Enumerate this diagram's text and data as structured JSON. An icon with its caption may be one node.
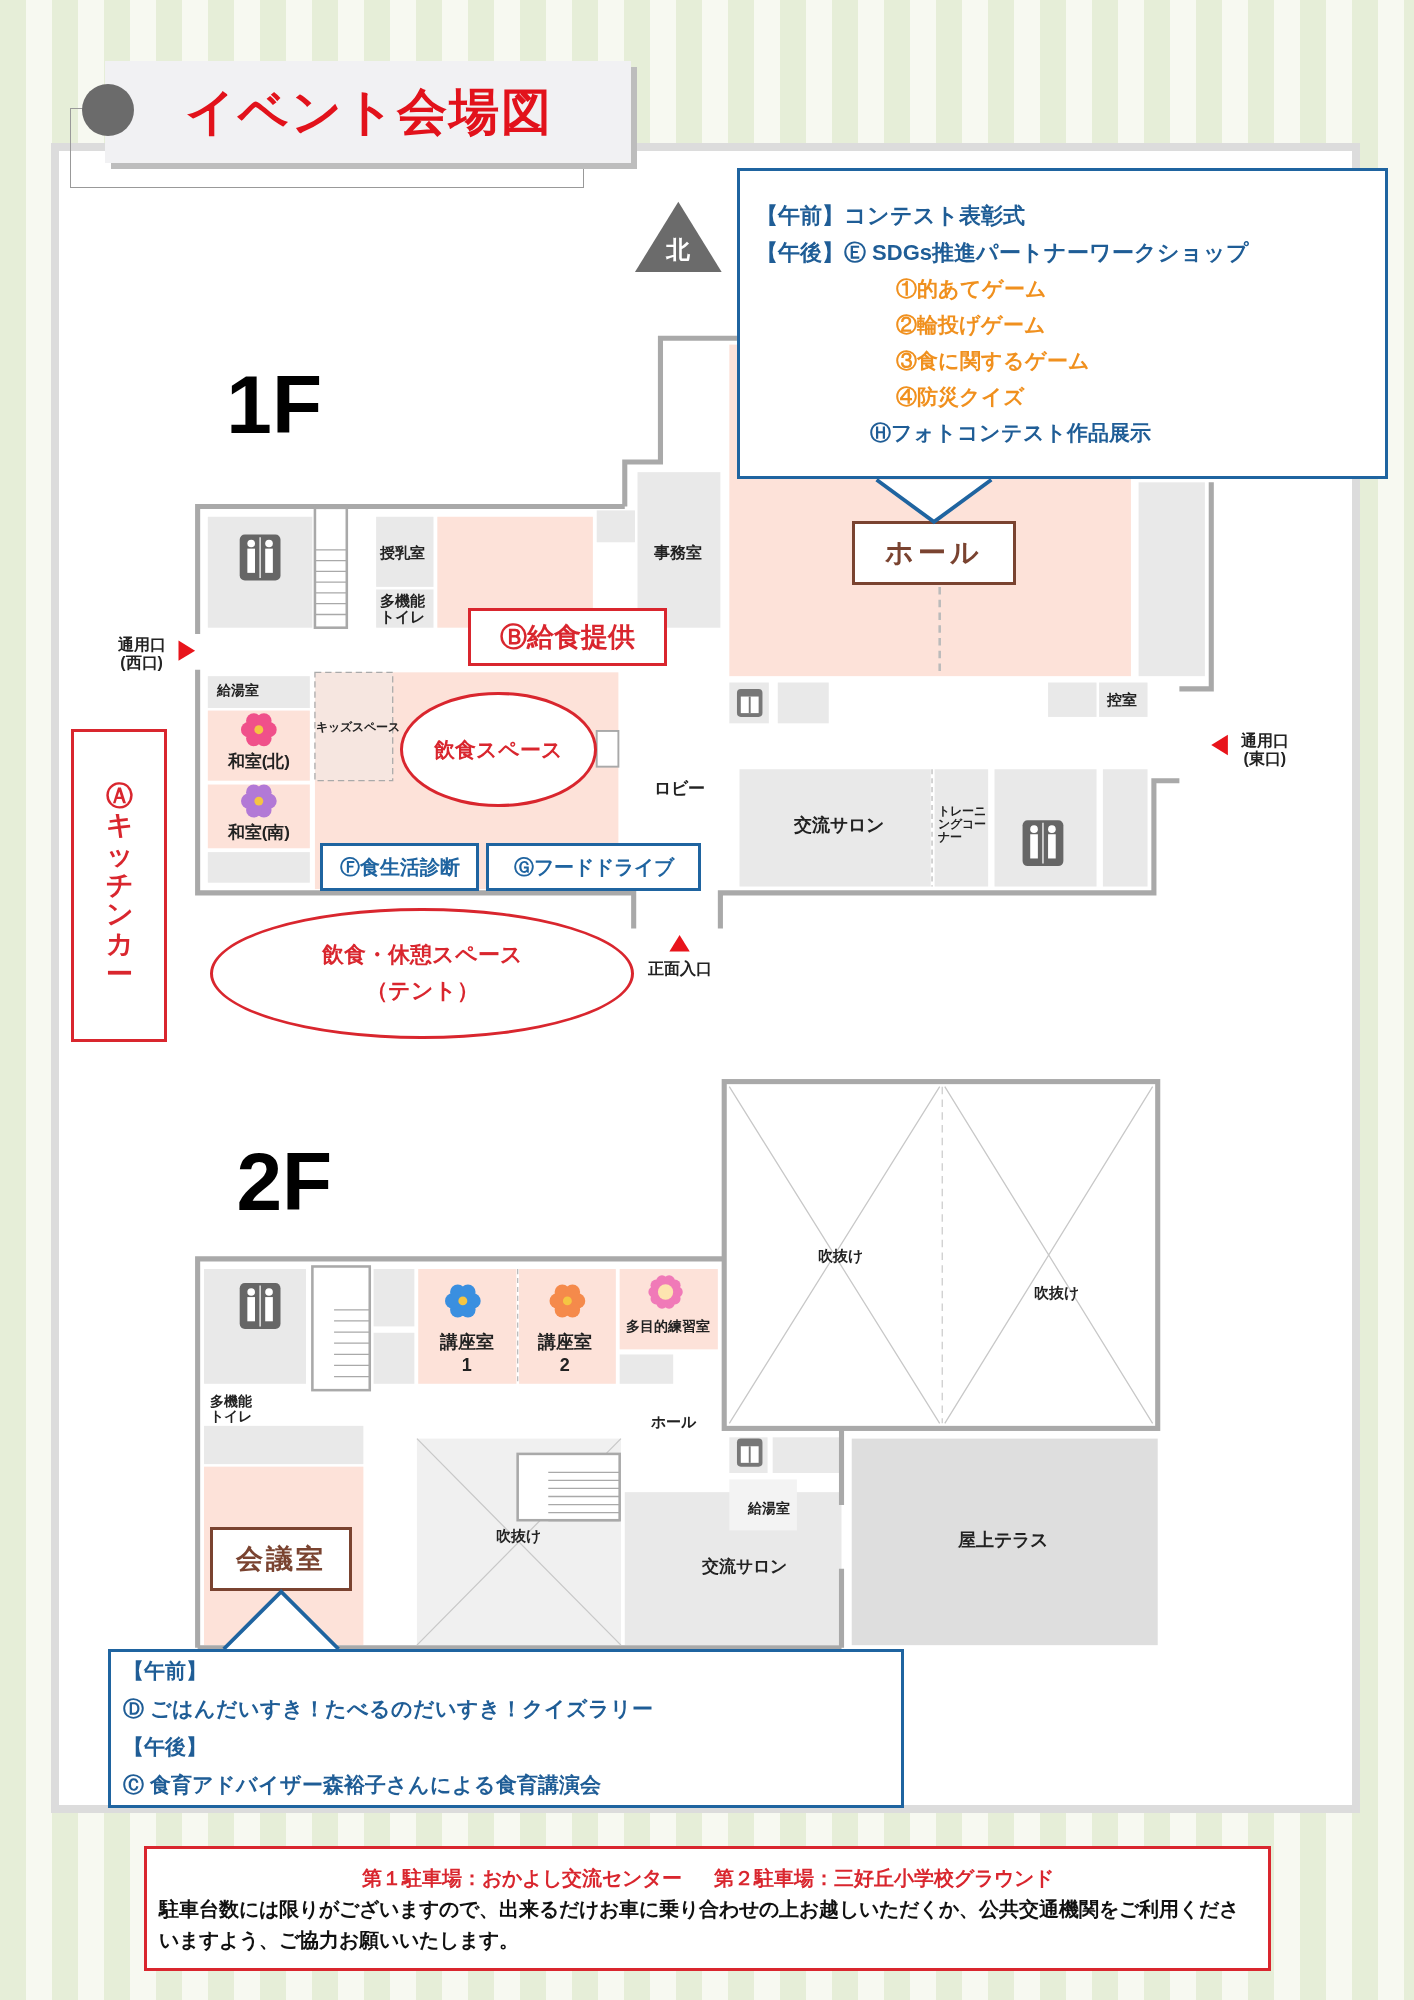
{
  "diagram": {
    "title": "イベント会場図",
    "nodes": [
      {
        "text": [
          "【午前】コンテスト表彰式",
          "【午後】Ⓔ SDGs推進パートナーワークショップ",
          "①的あてゲーム",
          "②輪投げゲーム",
          "③食に関するゲーム",
          "④防災クイズ",
          "Ⓗフォトコンテスト作品展示"
        ]
      },
      {
        "text": [
          "ホール"
        ]
      },
      {
        "text": [
          "Ⓑ給食提供"
        ]
      },
      {
        "text": [
          "飲食スペース"
        ]
      },
      {
        "text": [
          "Ⓕ食生活診断"
        ]
      },
      {
        "text": [
          "Ⓖフードドライブ"
        ]
      },
      {
        "text": [
          "飲食・休憩スペース（テント）"
        ]
      },
      {
        "text": [
          "Ⓐキッチンカー"
        ]
      },
      {
        "text": [
          "会議室"
        ]
      },
      {
        "text": [
          "【午前】",
          "Ⓓ ごはんだいすき！たべるのだいすき！クイズラリー",
          "【午後】",
          "Ⓒ 食育アドバイザー森裕子さんによる食育講演会"
        ]
      },
      {
        "text": [
          "第１駐車場：おかよし交流センター",
          "第２駐車場：三好丘小学校グラウンド",
          "駐車台数には限りがございますので、出来るだけお車に乗り合わせの上お越しいただくか、公共交通機関をご利用くださいますよう、ご協力お願いいたします。"
        ]
      }
    ],
    "edges": [
      {
        "from": 0,
        "to": 1,
        "arrow": "none"
      },
      {
        "from": 9,
        "to": 8,
        "arrow": "none"
      }
    ],
    "labels": [
      "北",
      "1F",
      "通用口(西口)",
      "授乳室",
      "多機能トイレ",
      "事務室",
      "給湯室",
      "キッズスペース",
      "和室(北)",
      "和室(南)",
      "ロビー",
      "控室",
      "通用口(東口)",
      "交流サロン",
      "トレーニングコーナー",
      "正面入口",
      "2F",
      "吹抜け",
      "吹抜け",
      "講座室1",
      "講座室2",
      "多目的練習室",
      "多機能トイレ",
      "ホール",
      "吹抜け",
      "給湯室",
      "交流サロン",
      "屋上テラス"
    ]
  }
}
